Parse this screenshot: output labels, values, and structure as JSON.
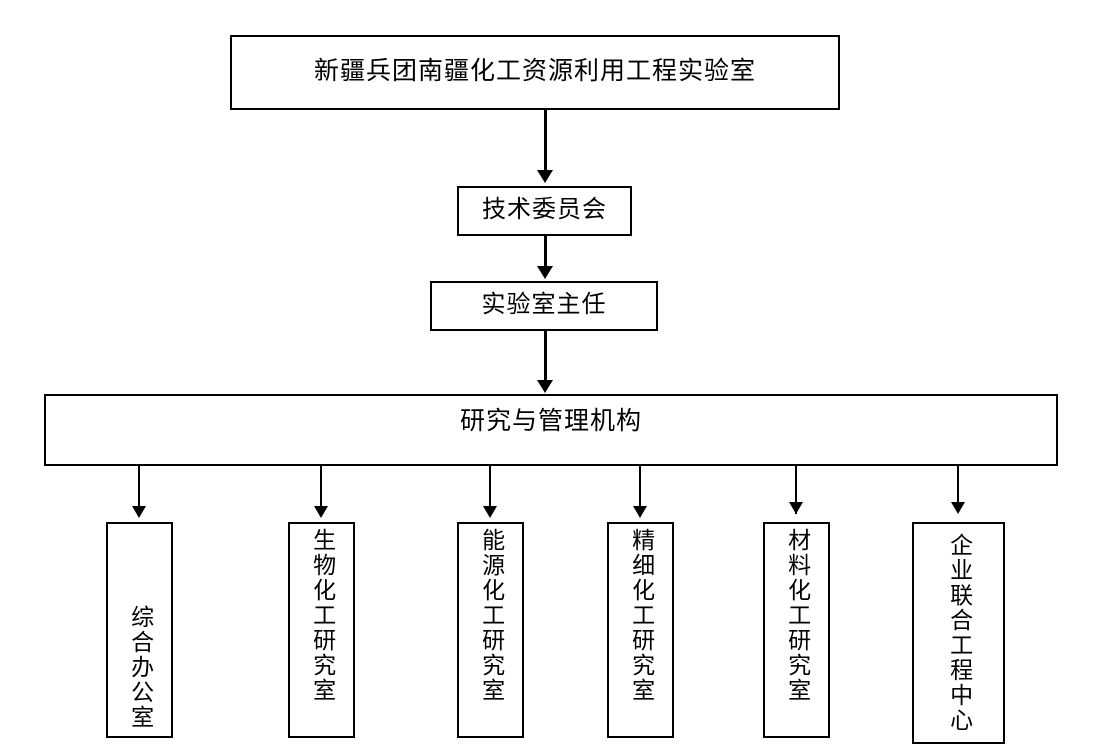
{
  "diagram": {
    "title_box": {
      "label": "新疆兵团南疆化工资源利用工程实验室"
    },
    "committee_box": {
      "label": "技术委员会"
    },
    "director_box": {
      "label": "实验室主任"
    },
    "bar_box": {
      "label": "研究与管理机构"
    },
    "leaves": [
      {
        "label": "综合办公室"
      },
      {
        "label": "生物化工研究室"
      },
      {
        "label": "能源化工研究室"
      },
      {
        "label": "精细化工研究室"
      },
      {
        "label": "材料化工研究室"
      },
      {
        "label": "企业联合工程中心"
      }
    ],
    "colors": {
      "background": "#ffffff",
      "stroke": "#000000",
      "text": "#000000"
    }
  }
}
